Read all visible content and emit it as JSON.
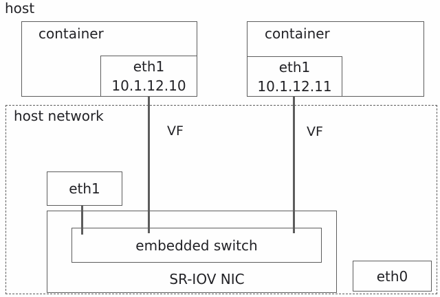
{
  "host": {
    "label": "host"
  },
  "containers": [
    {
      "label": "container",
      "iface_label": "eth1",
      "ip": "10.1.12.10",
      "vf_label": "VF"
    },
    {
      "label": "container",
      "iface_label": "eth1",
      "ip": "10.1.12.11",
      "vf_label": "VF"
    }
  ],
  "host_network": {
    "label": "host network",
    "eth1_label": "eth1",
    "nic": {
      "label": "SR-IOV NIC",
      "embedded_switch_label": "embedded switch"
    },
    "eth0_label": "eth0"
  },
  "colors": {
    "line": "#5c5c5c",
    "text": "#222226",
    "background": "#fefefe"
  }
}
